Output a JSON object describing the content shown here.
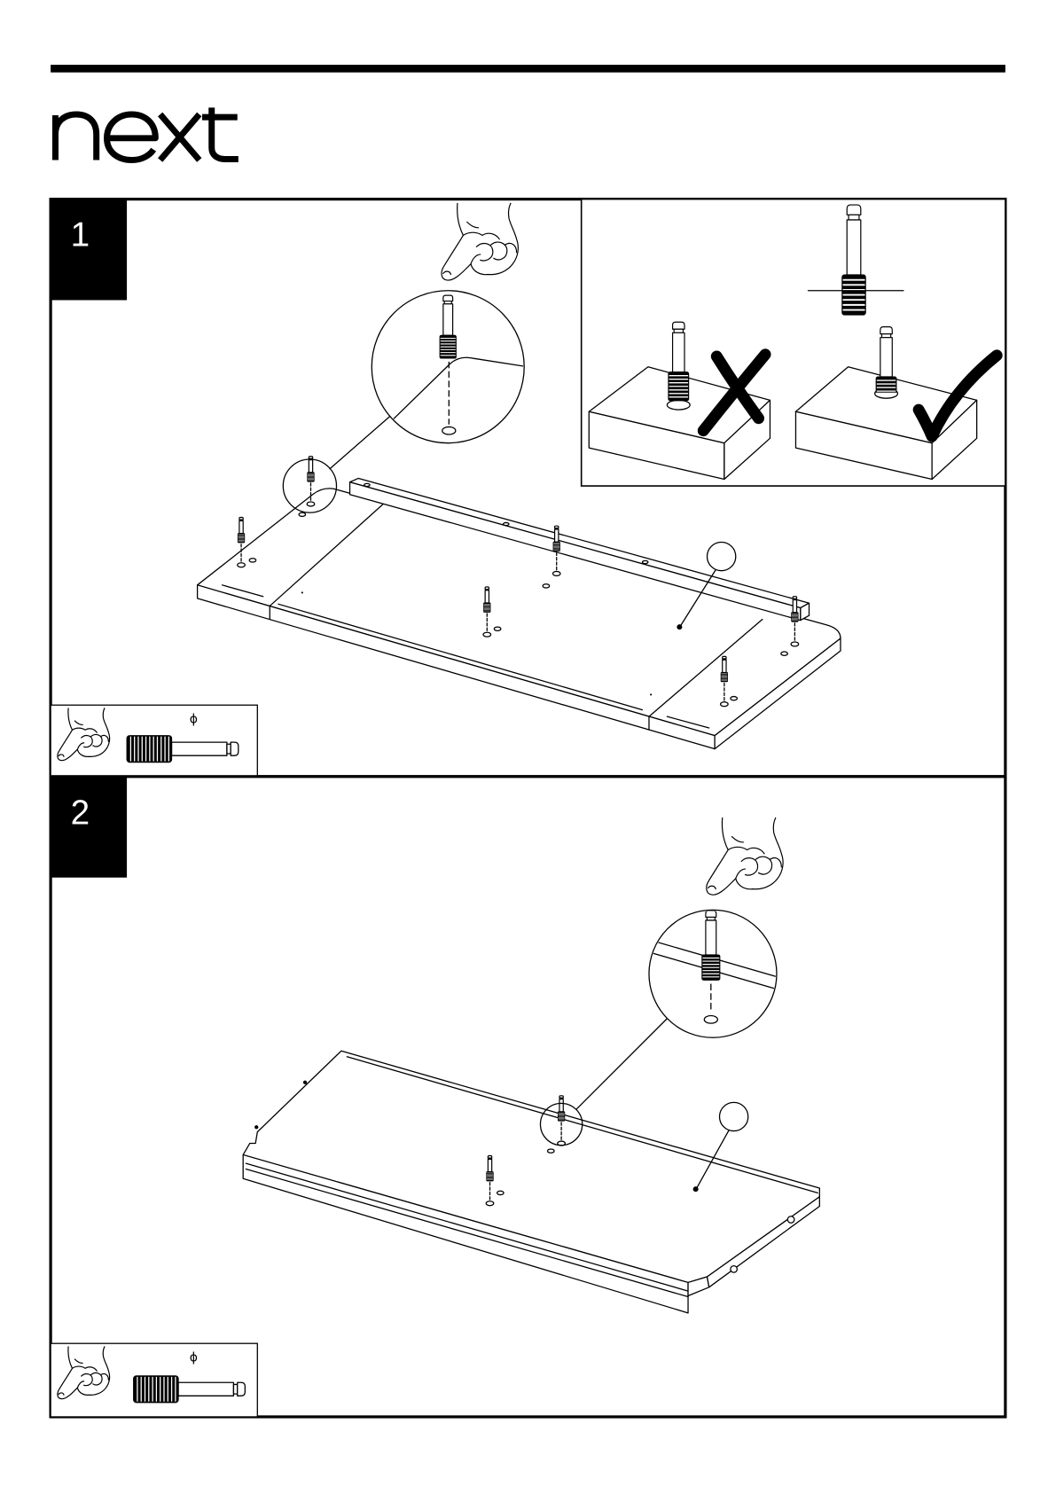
{
  "logo": {
    "text": "next",
    "icon": "next-logo"
  },
  "colors": {
    "ink": "#000000",
    "paper": "#ffffff"
  },
  "steps": [
    {
      "number": "1",
      "hardware": {
        "symbol": "ϕ",
        "icons": [
          "hand-icon",
          "dowel-icon"
        ]
      },
      "detail_icons": [
        "dowel-icon",
        "cross-mark-icon",
        "check-mark-icon"
      ]
    },
    {
      "number": "2",
      "hardware": {
        "symbol": "ϕ",
        "icons": [
          "hand-icon",
          "dowel-icon"
        ]
      }
    }
  ]
}
